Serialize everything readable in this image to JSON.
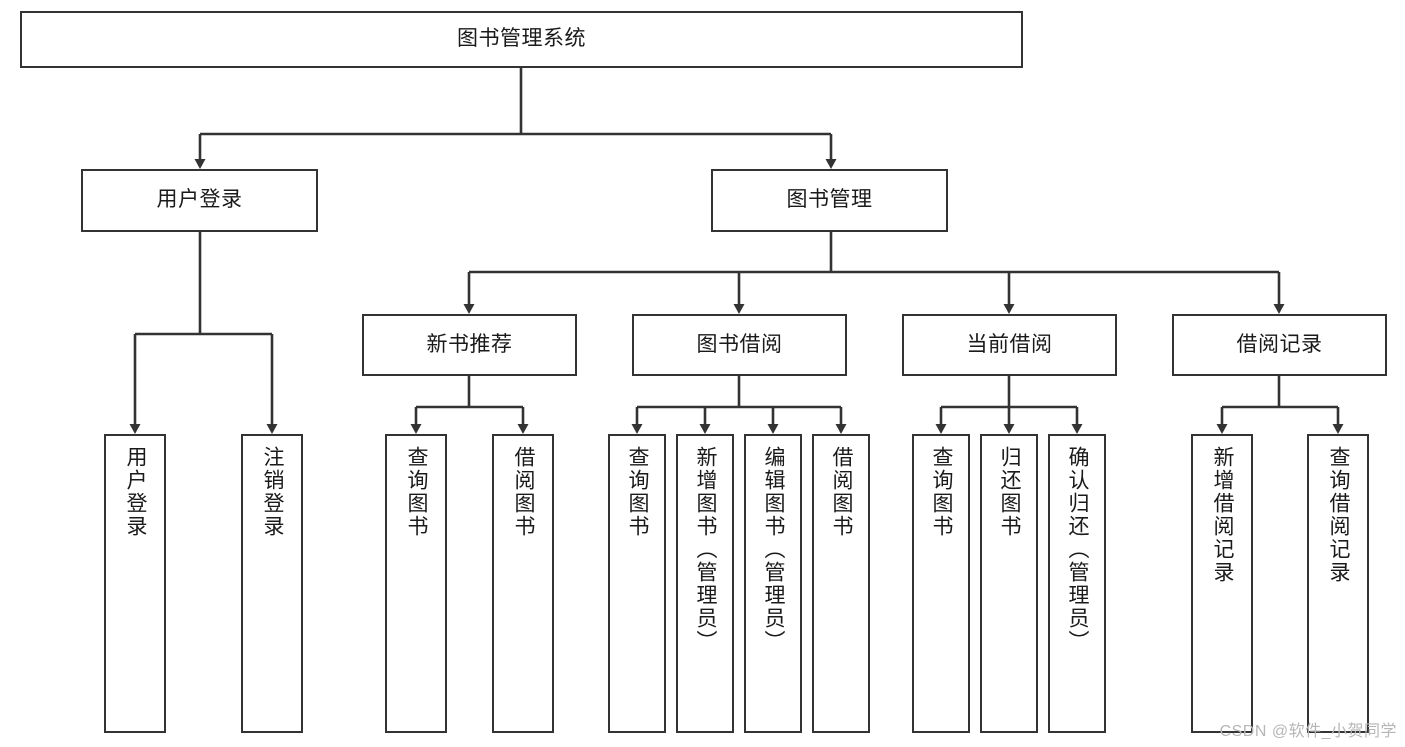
{
  "diagram": {
    "title": "图书管理系统",
    "watermark": "CSDN @软件_小贺同学",
    "stroke_color": "#333333",
    "background_color": "#ffffff",
    "text_color": "#1a1a1a",
    "root": {
      "id": "root",
      "label": "图书管理系统"
    },
    "level2": [
      {
        "id": "user-login",
        "label": "用户登录"
      },
      {
        "id": "book-manage",
        "label": "图书管理"
      }
    ],
    "level3": [
      {
        "id": "new-book-recommend",
        "label": "新书推荐",
        "parent": "book-manage"
      },
      {
        "id": "book-borrow",
        "label": "图书借阅",
        "parent": "book-manage"
      },
      {
        "id": "current-borrow",
        "label": "当前借阅",
        "parent": "book-manage"
      },
      {
        "id": "borrow-record",
        "label": "借阅记录",
        "parent": "book-manage"
      }
    ],
    "leaves": [
      {
        "id": "leaf-user-login",
        "label": "用户登录",
        "parent": "user-login"
      },
      {
        "id": "leaf-user-logout",
        "label": "注销登录",
        "parent": "user-login"
      },
      {
        "id": "leaf-query-book-1",
        "label": "查询图书",
        "parent": "new-book-recommend"
      },
      {
        "id": "leaf-borrow-book-1",
        "label": "借阅图书",
        "parent": "new-book-recommend"
      },
      {
        "id": "leaf-query-book-2",
        "label": "查询图书",
        "parent": "book-borrow"
      },
      {
        "id": "leaf-add-book",
        "label": "新增图书（管理员）",
        "parent": "book-borrow"
      },
      {
        "id": "leaf-edit-book",
        "label": "编辑图书（管理员）",
        "parent": "book-borrow"
      },
      {
        "id": "leaf-borrow-book-2",
        "label": "借阅图书",
        "parent": "book-borrow"
      },
      {
        "id": "leaf-query-book-3",
        "label": "查询图书",
        "parent": "current-borrow"
      },
      {
        "id": "leaf-return-book",
        "label": "归还图书",
        "parent": "current-borrow"
      },
      {
        "id": "leaf-confirm-return",
        "label": "确认归还（管理员）",
        "parent": "current-borrow"
      },
      {
        "id": "leaf-add-record",
        "label": "新增借阅记录",
        "parent": "borrow-record"
      },
      {
        "id": "leaf-query-record",
        "label": "查询借阅记录",
        "parent": "borrow-record"
      }
    ]
  }
}
